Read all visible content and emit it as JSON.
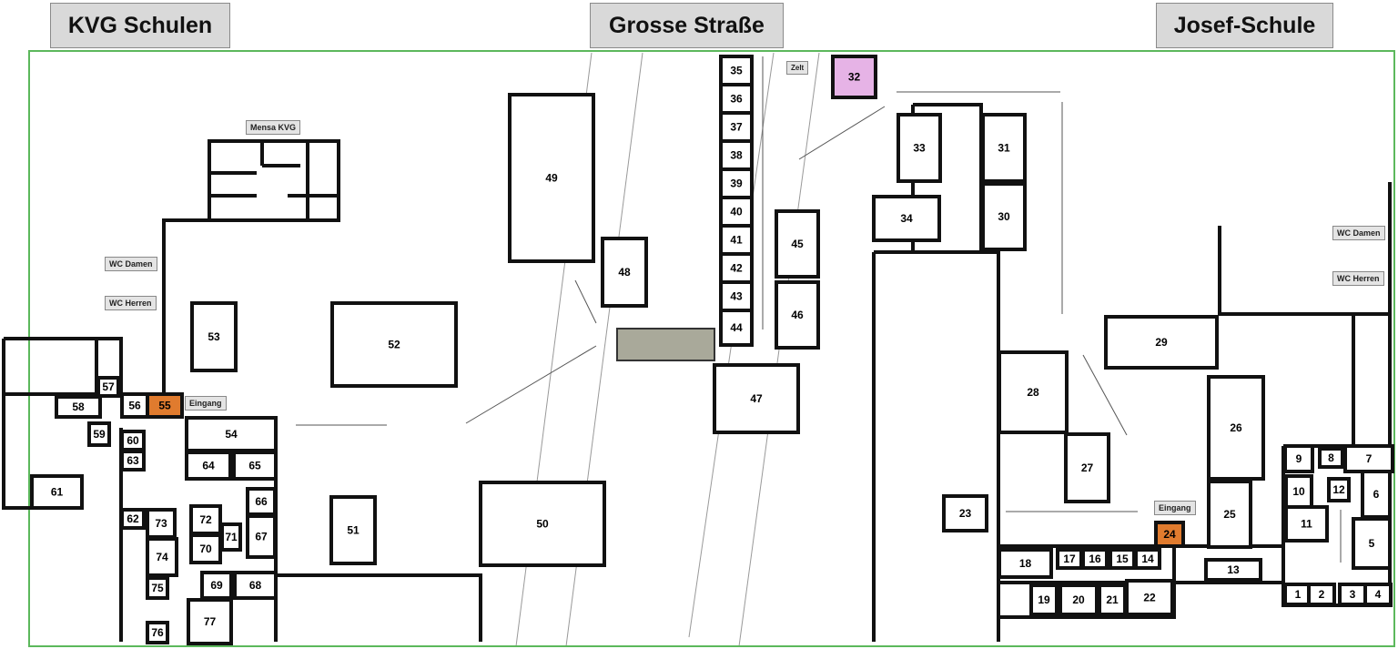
{
  "headers": {
    "left": "KVG Schulen",
    "center": "Grosse Straße",
    "right": "Josef-Schule"
  },
  "labels": {
    "mensa": "Mensa KVG",
    "wc_damen_left": "WC Damen",
    "wc_herren_left": "WC Herren",
    "eingang_left": "Eingang",
    "zelt": "Zelt",
    "eingang_right": "Eingang",
    "wc_damen_right": "WC Damen",
    "wc_herren_right": "WC Herren"
  },
  "rooms": [
    "1",
    "2",
    "3",
    "4",
    "5",
    "6",
    "7",
    "8",
    "9",
    "10",
    "11",
    "12",
    "13",
    "14",
    "15",
    "16",
    "17",
    "18",
    "19",
    "20",
    "21",
    "22",
    "23",
    "24",
    "25",
    "26",
    "27",
    "28",
    "29",
    "30",
    "31",
    "32",
    "33",
    "34",
    "35",
    "36",
    "37",
    "38",
    "39",
    "40",
    "41",
    "42",
    "43",
    "44",
    "45",
    "46",
    "47",
    "48",
    "49",
    "50",
    "51",
    "52",
    "53",
    "54",
    "55",
    "56",
    "57",
    "58",
    "59",
    "60",
    "61",
    "62",
    "63",
    "64",
    "65",
    "66",
    "67",
    "68",
    "69",
    "70",
    "71",
    "72",
    "73",
    "74",
    "75",
    "76",
    "77"
  ],
  "colors": {
    "entrance": "#e07b2e",
    "tent": "#e6b3e6",
    "boundary": "#5cb85c",
    "stage": "#a9a99a"
  }
}
